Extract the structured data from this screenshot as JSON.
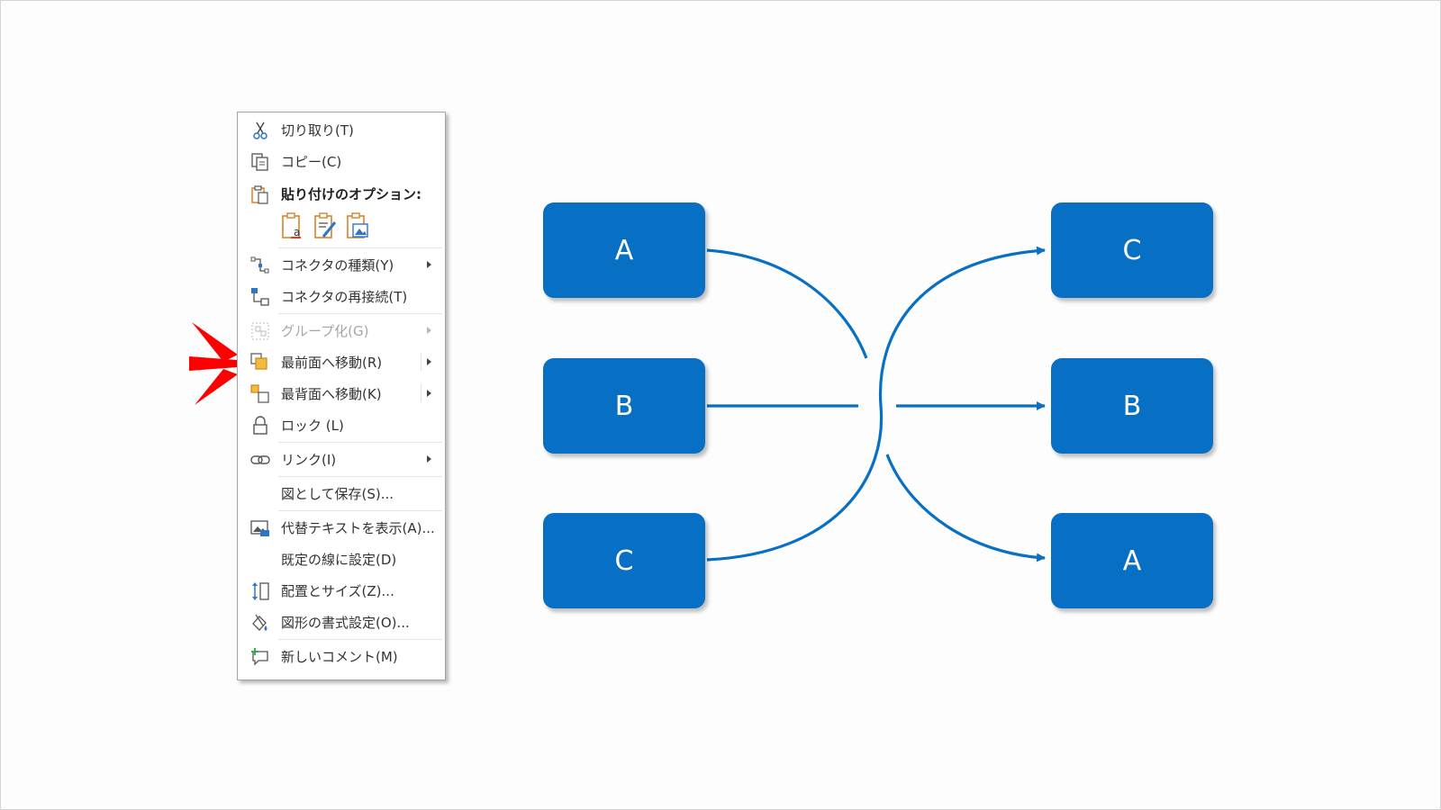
{
  "context_menu": {
    "items": [
      {
        "label": "切り取り(T)",
        "icon": "scissors-icon"
      },
      {
        "label": "コピー(C)",
        "icon": "copy-icon"
      },
      {
        "label": "貼り付けのオプション:",
        "icon": "paste-icon"
      },
      {
        "label": "コネクタの種類(Y)",
        "icon": "connector-type-icon",
        "submenu": true
      },
      {
        "label": "コネクタの再接続(T)",
        "icon": "reroute-connector-icon"
      },
      {
        "label": "グループ化(G)",
        "icon": "group-icon",
        "submenu": true,
        "disabled": true
      },
      {
        "label": "最前面へ移動(R)",
        "icon": "bring-to-front-icon",
        "submenu": true
      },
      {
        "label": "最背面へ移動(K)",
        "icon": "send-to-back-icon",
        "submenu": true
      },
      {
        "label": "ロック (L)",
        "icon": "lock-icon"
      },
      {
        "label": "リンク(I)",
        "icon": "link-icon",
        "submenu": true
      },
      {
        "label": "図として保存(S)...",
        "icon": ""
      },
      {
        "label": "代替テキストを表示(A)...",
        "icon": "alt-text-icon"
      },
      {
        "label": "既定の線に設定(D)",
        "icon": ""
      },
      {
        "label": "配置とサイズ(Z)...",
        "icon": "size-position-icon"
      },
      {
        "label": "図形の書式設定(O)...",
        "icon": "format-shape-icon"
      },
      {
        "label": "新しいコメント(M)",
        "icon": "new-comment-icon"
      }
    ],
    "paste_options": [
      "paste-text-only-icon",
      "paste-keep-formatting-icon",
      "paste-picture-icon"
    ]
  },
  "diagram": {
    "left_boxes": [
      "A",
      "B",
      "C"
    ],
    "right_boxes": [
      "C",
      "B",
      "A"
    ],
    "box_color": "#0870c4",
    "line_color": "#0870c4"
  },
  "highlight": {
    "color": "#ff0000",
    "target_item": "最前面へ移動(R)"
  }
}
